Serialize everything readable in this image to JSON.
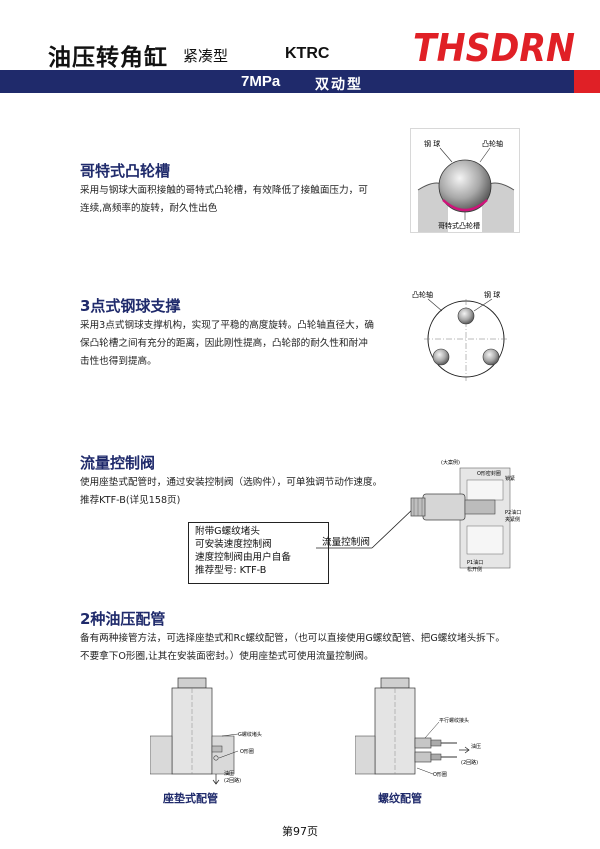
{
  "header": {
    "title": "油压转角缸",
    "subtitle": "紧凑型",
    "model": "KTRC",
    "brand": "THSDRN",
    "pressure": "7MPa",
    "action": "双动型",
    "band_color": "#1f2a6b",
    "accent_color": "#e02026"
  },
  "sections": {
    "cam": {
      "heading": "哥特式凸轮槽",
      "body1": "采用与钢球大面积接触的哥特式凸轮槽，有效降低了接触面压力，可",
      "body2": "连续,高频率的旋转，耐久性出色",
      "fig": {
        "ball": "钢 球",
        "shaft": "凸轮轴",
        "groove": "哥特式凸轮槽"
      }
    },
    "support": {
      "heading": "3点式钢球支撑",
      "body1": "采用3点式钢球支撑机构，实现了平稳的高度旋转。凸轮轴直径大，确",
      "body2": "保凸轮槽之间有充分的距离，因此刚性提高，凸轮部的耐久性和耐冲",
      "body3": "击性也得到提高。",
      "fig": {
        "shaft": "凸轮轴",
        "ball": "钢 球"
      }
    },
    "flow": {
      "heading": "流量控制阀",
      "body1": "使用座垫式配管时，通过安装控制阀（选购件），可单独调节动作速度。",
      "body2": "推荐KTF-B(详见158页)",
      "callout": {
        "line1": "附带G螺纹堵头",
        "line2": "可安装速度控制阀",
        "line3": "速度控制阀由用户自备",
        "line4": "推荐型号: KTF-B"
      },
      "callout_label": "流量控制阀",
      "fig": {
        "big": "(大案例)",
        "seat": "O形密封圈",
        "locknut": "锁紧",
        "p2": "P2油口",
        "p2b": "夹紧侧",
        "p1": "P1油口",
        "p1b": "松开侧"
      }
    },
    "piping": {
      "heading": "2种油压配管",
      "body1": "备有两种接管方法，可选择座垫式和Rc螺纹配管，（也可以直接使用G螺纹配管、把G螺纹堵头拆下。",
      "body2": "不要拿下O形圈,让其在安装面密封。）使用座垫式可使用流量控制阀。",
      "left_fig": {
        "plug": "G螺纹堵头",
        "oring": "O形圈",
        "oil": "油压",
        "oil2": "(2回路)"
      },
      "right_fig": {
        "joint": "平行螺纹接头",
        "oil": "油压",
        "oil2": "(2回路)",
        "oring": "O形圈"
      },
      "caption_left": "座垫式配管",
      "caption_right": "螺纹配管"
    }
  },
  "page_number": "第97页"
}
